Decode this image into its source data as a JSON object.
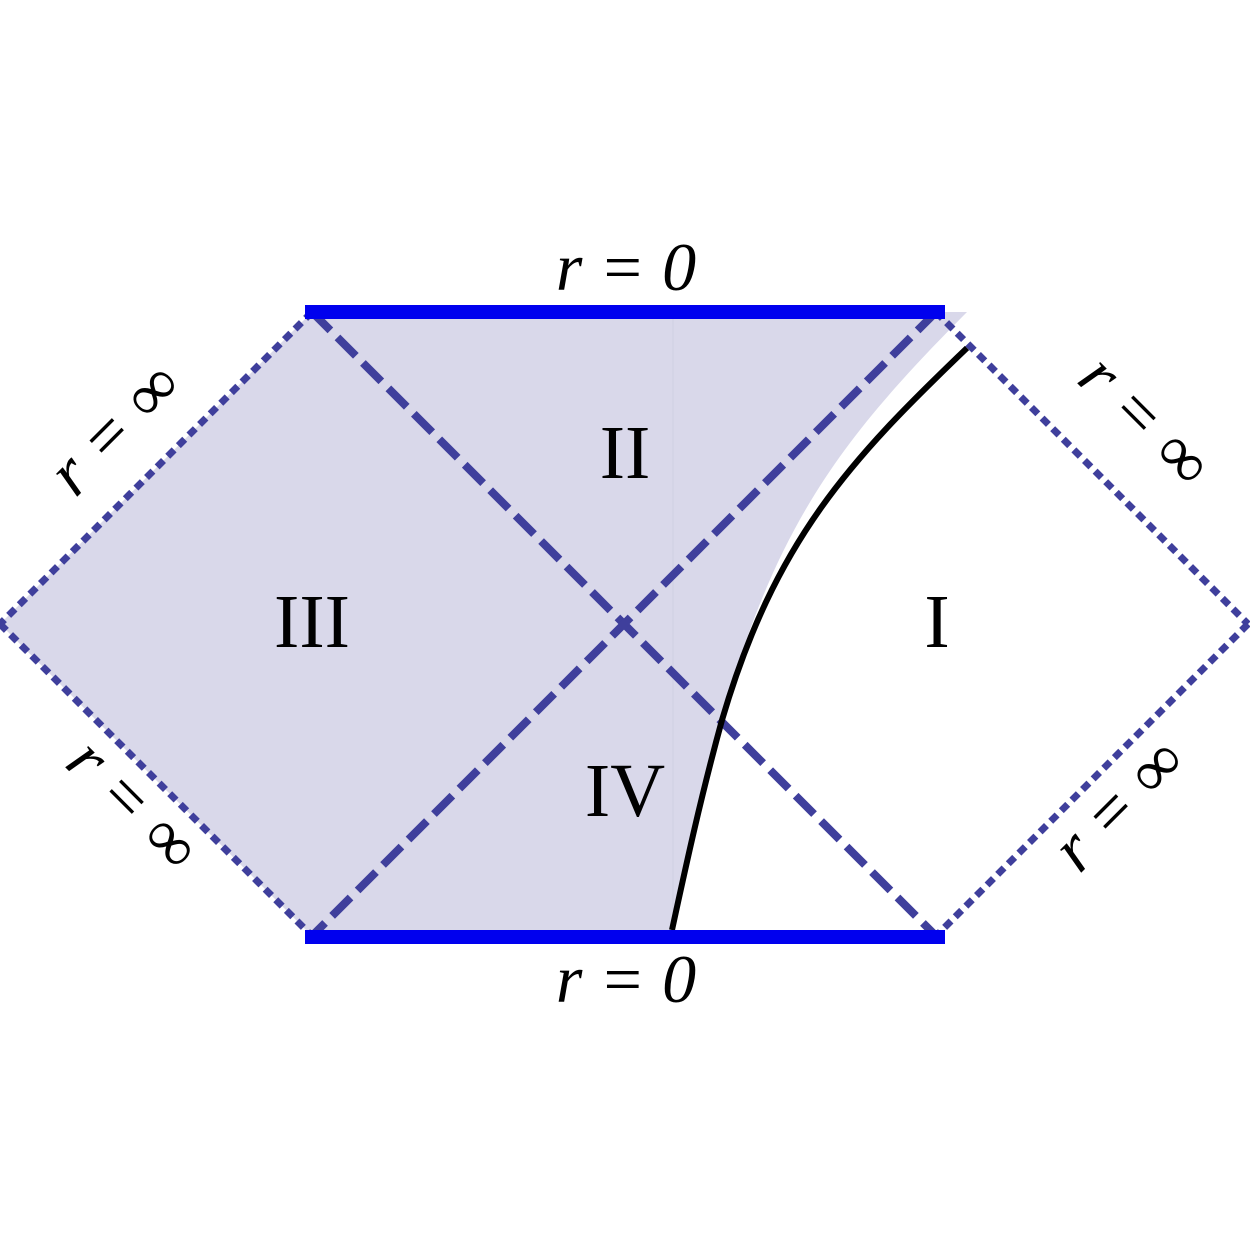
{
  "diagram": {
    "regions": {
      "I": "I",
      "II": "II",
      "III": "III",
      "IV": "IV"
    },
    "singularities": {
      "top": "r = 0",
      "bottom": "r = 0"
    },
    "boundaries": {
      "upper_left": "r = ∞",
      "lower_left": "r = ∞",
      "upper_right": "r = ∞",
      "lower_right": "r = ∞"
    },
    "colors": {
      "shaded_region": "#d9d8ea",
      "horizon_dashed": "#3f3f9c",
      "singularity": "#0000ee",
      "worldline": "#000000"
    }
  }
}
